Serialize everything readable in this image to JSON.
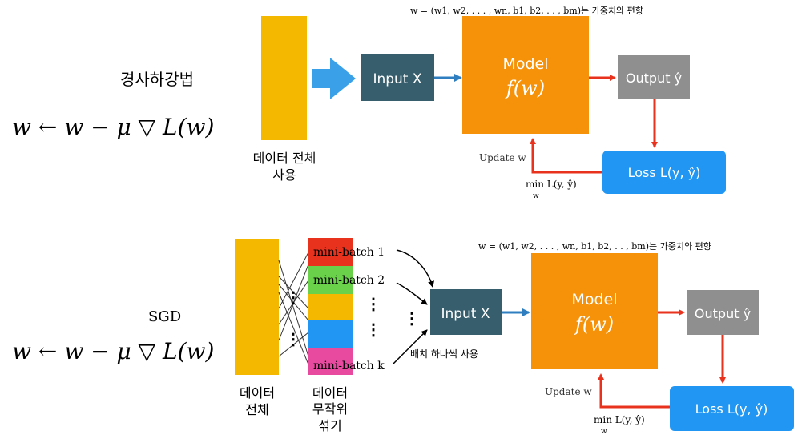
{
  "gd": {
    "title": "경사하강법",
    "formula": "w ← w − μ ▽ L(w)",
    "data_label_1": "데이터 전체",
    "data_label_2": "사용",
    "weights_note": "w = (w1, w2, . . . , wn, b1, b2, . . , bm)는 가중치와 편향",
    "input_label": "Input X",
    "model_label": "Model",
    "model_func": "f(w)",
    "output_label": "Output ŷ",
    "loss_label": "Loss L(y, ŷ)",
    "update_label": "Update w",
    "min_label": "min L(y, ŷ)",
    "min_sub": "w"
  },
  "sgd": {
    "title": "SGD",
    "formula": "w ← w − μ ▽ L(w)",
    "data_label_1": "데이터",
    "data_label_2": "전체",
    "shuffle_label_1": "데이터",
    "shuffle_label_2": "무작위",
    "shuffle_label_3": "섞기",
    "batch_1": "mini-batch 1",
    "batch_2": "mini-batch 2",
    "batch_k": "mini-batch k",
    "batch_note": "배치 하나씩 사용",
    "weights_note": "w = (w1, w2, . . . , wn, b1, b2, . . , bm)는 가중치와 편향",
    "input_label": "Input X",
    "model_label": "Model",
    "model_func": "f(w)",
    "output_label": "Output ŷ",
    "loss_label": "Loss L(y, ŷ)",
    "update_label": "Update w",
    "min_label": "min L(y, ŷ)",
    "min_sub": "w",
    "dots": "⋮"
  },
  "colors": {
    "data_block": "#f5b800",
    "big_arrow": "#3aa0e8",
    "input_box": "#365e6d",
    "model_box": "#f5920a",
    "output_box": "#8f8f8f",
    "loss_box": "#2196f3",
    "feedback_arrow": "#e8321e",
    "blue_arrow": "#2f7fc0",
    "batch_red": "#e8321e",
    "batch_green": "#6ad14b",
    "batch_yellow": "#f5b800",
    "batch_blue": "#2196f3",
    "batch_pink": "#e84aa0"
  }
}
